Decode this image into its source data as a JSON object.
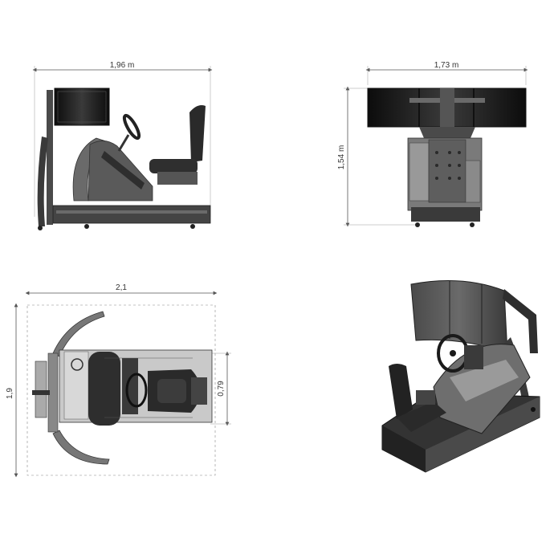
{
  "views": {
    "side": {
      "width_label": "1,96 m"
    },
    "front": {
      "width_label": "1,73 m",
      "height_label": "1,54 m"
    },
    "top": {
      "length_label": "2,1",
      "width_label": "1,9",
      "seat_width_label": "0,79"
    }
  },
  "colors": {
    "frame": "#3d3d3d",
    "screen": "#1a1a1a",
    "panel": "#8a8a8a",
    "seat": "#2a2a2a",
    "dimension_line": "#555555",
    "background": "#ffffff"
  }
}
